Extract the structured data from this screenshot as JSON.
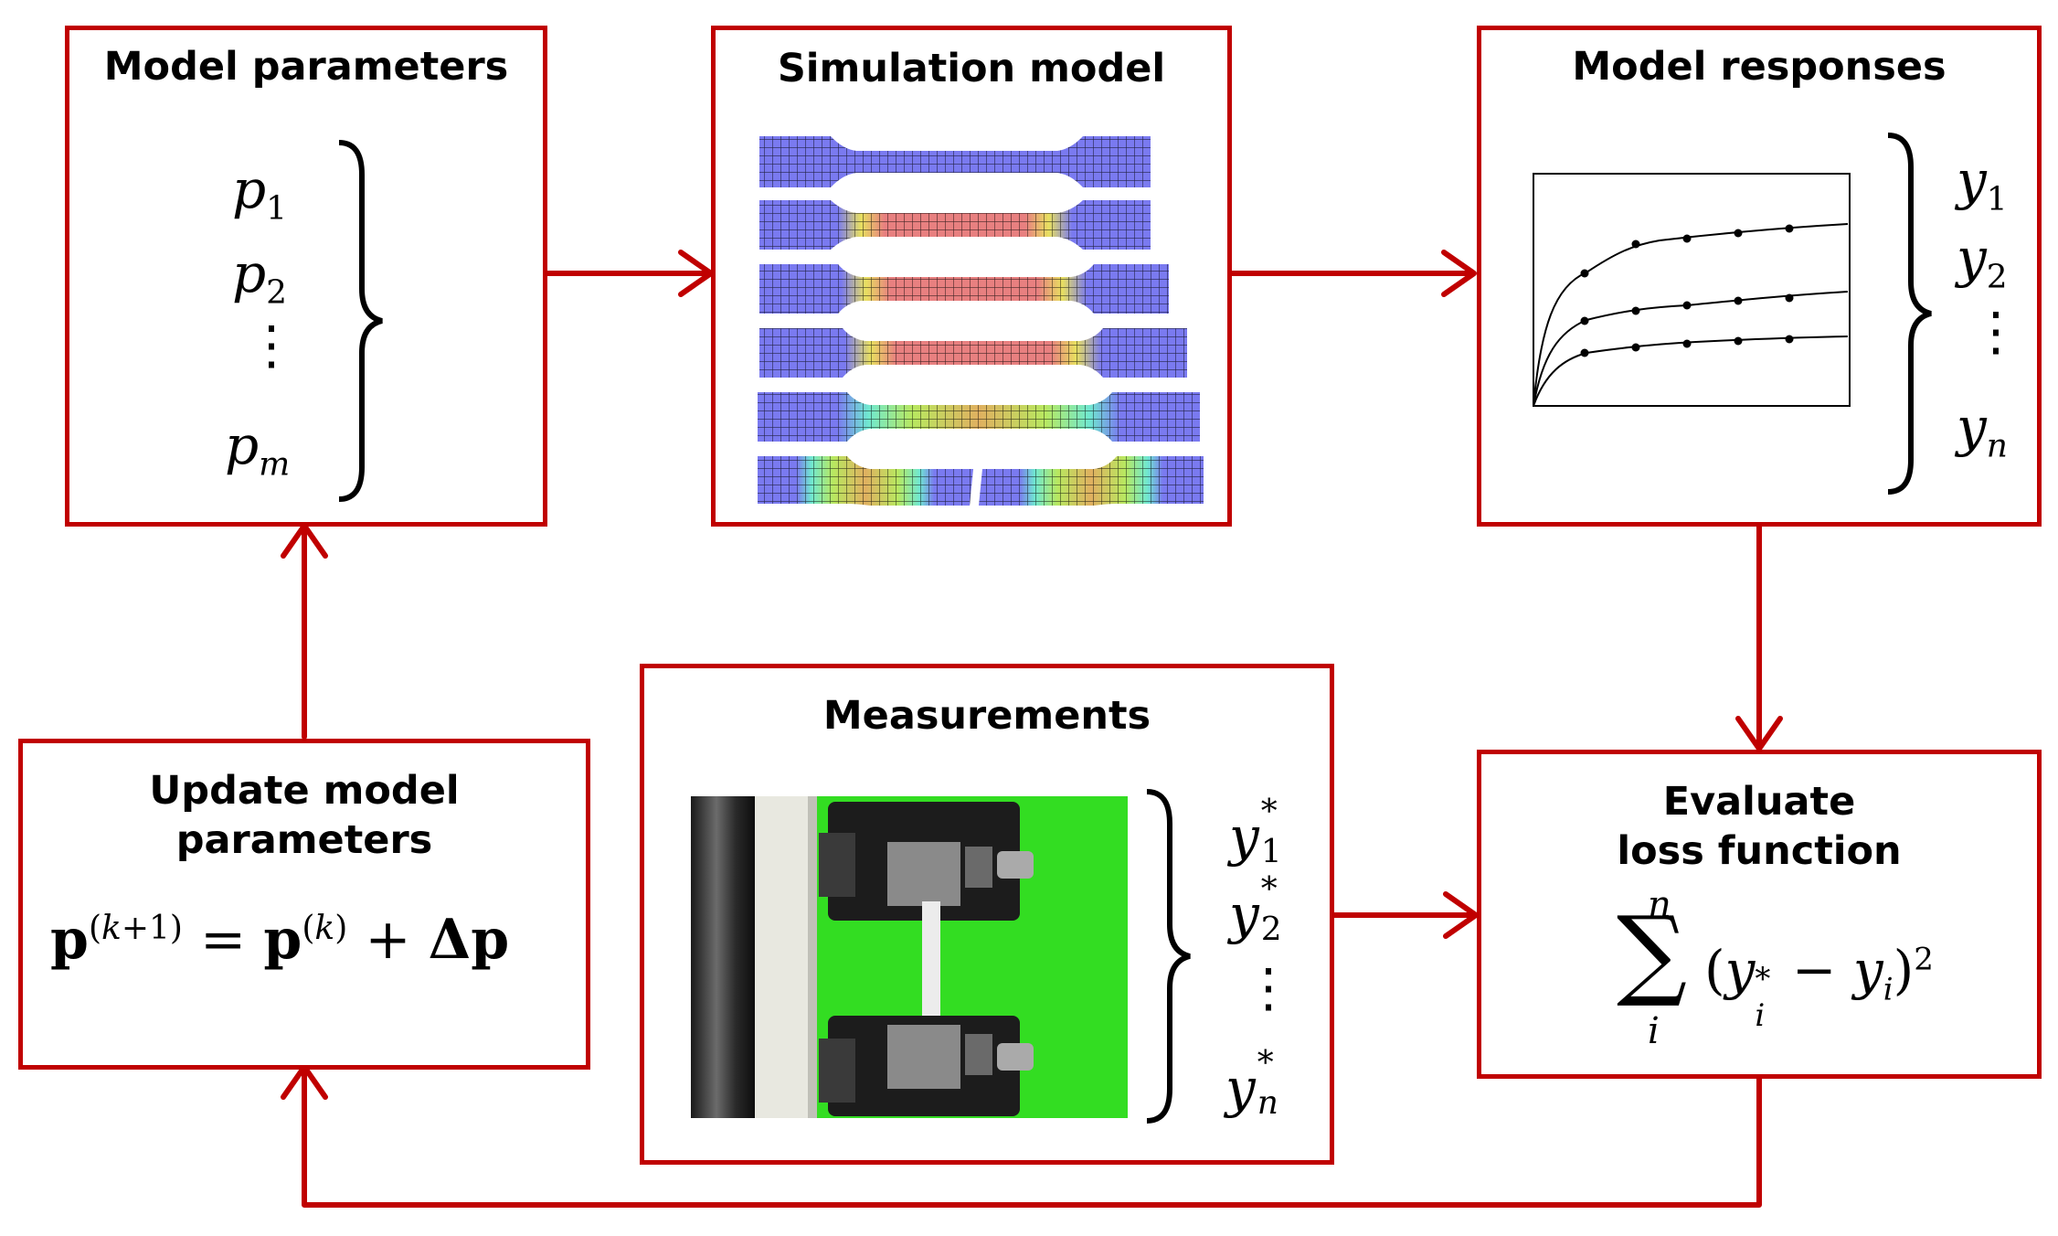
{
  "colors": {
    "frame": "#c00000",
    "arrow": "#c00000",
    "text": "#000000"
  },
  "boxes": {
    "model_parameters": {
      "title": "Model parameters",
      "items": [
        "p1",
        "p2",
        "⋮",
        "pm"
      ]
    },
    "simulation_model": {
      "title": "Simulation model"
    },
    "model_responses": {
      "title": "Model responses",
      "items": [
        "y1",
        "y2",
        "⋮",
        "yn"
      ]
    },
    "measurements": {
      "title": "Measurements",
      "items": [
        "y1*",
        "y2*",
        "⋮",
        "yn*"
      ]
    },
    "evaluate_loss": {
      "title_line1": "Evaluate",
      "title_line2": "loss function",
      "formula": "∑ᵢⁿ (yᵢ* − yᵢ)²"
    },
    "update_params": {
      "title_line1": "Update model",
      "title_line2": "parameters",
      "formula": "p(k+1) = p(k) + Δp"
    }
  }
}
